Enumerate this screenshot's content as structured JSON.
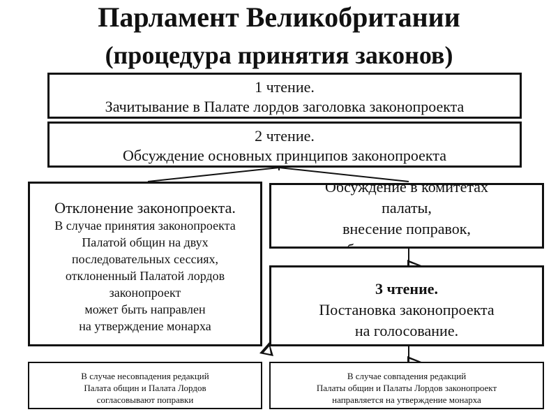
{
  "title": {
    "line1": "Парламент Великобритании",
    "line2": "(процедура принятия законов)"
  },
  "reading1": {
    "heading": "1 чтение.",
    "text": "Зачитывание в Палате лордов заголовка законопроекта"
  },
  "reading2": {
    "heading": "2 чтение.",
    "text": "Обсуждение основных принципов законопроекта"
  },
  "rejection": {
    "heading": "Отклонение законопроекта.",
    "lines": [
      "В случае принятия законопроекта",
      "Палатой общин на двух",
      "последовательных сессиях,",
      "отклоненный Палатой лордов",
      "законопроект",
      "может быть направлен",
      "на утверждение монарха"
    ]
  },
  "committee": {
    "lines": [
      "Обсуждение в комитетах",
      "палаты,",
      "внесение поправок,",
      "обсуждение в палате"
    ]
  },
  "reading3": {
    "heading": "3 чтение.",
    "lines": [
      "Постановка законопроекта",
      "на голосование."
    ]
  },
  "mismatch": {
    "lines": [
      "В случае несовпадения редакций",
      "Палата общин и Палата Лордов",
      "согласовывают поправки"
    ]
  },
  "match": {
    "lines": [
      "В случае совпадения редакций",
      "Палаты общин и Палаты Лордов законопроект",
      "направляется на утверждение монарха"
    ]
  }
}
